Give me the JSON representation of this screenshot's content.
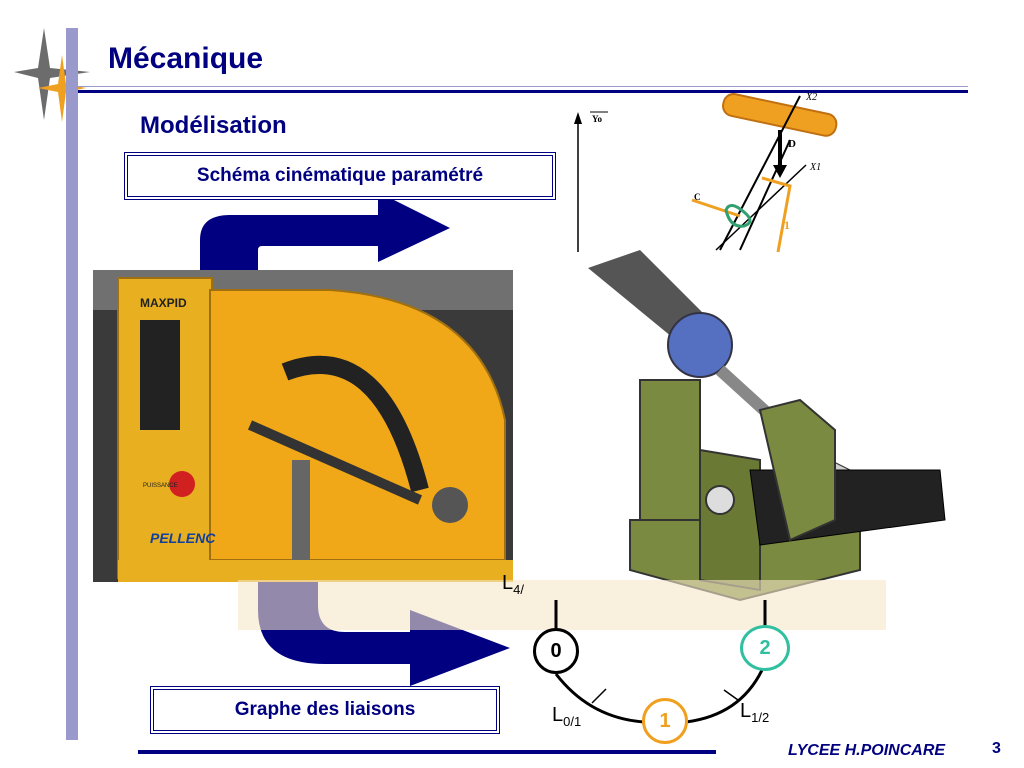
{
  "header": {
    "title": "Mécanique"
  },
  "section": {
    "subtitle": "Modélisation"
  },
  "boxes": {
    "kinematic": "Schéma cinématique paramétré",
    "graph": "Graphe des liaisons"
  },
  "photo": {
    "brand_top": "MAXPID",
    "brand_bottom": "PELLENC",
    "button": "PUISSANCE"
  },
  "diagram": {
    "axis_y": "Yo",
    "x2": "X2",
    "x1": "X1",
    "point_d": "D",
    "point_c": "C",
    "solid_1": "1"
  },
  "graph": {
    "node0": "0",
    "node1": "1",
    "node2": "2",
    "l01_main": "L",
    "l01_sub": "0/1",
    "l12_main": "L",
    "l12_sub": "1/2",
    "l4_main": "L",
    "l4_sub": "4/"
  },
  "footer": {
    "school": "LYCEE H.POINCARE",
    "page": "3"
  },
  "colors": {
    "accent": "#000080",
    "bar": "#9999cc",
    "orange": "#f0a020",
    "teal": "#30c0a0",
    "yellow": "#e8b020",
    "olive": "#7a8a40"
  }
}
